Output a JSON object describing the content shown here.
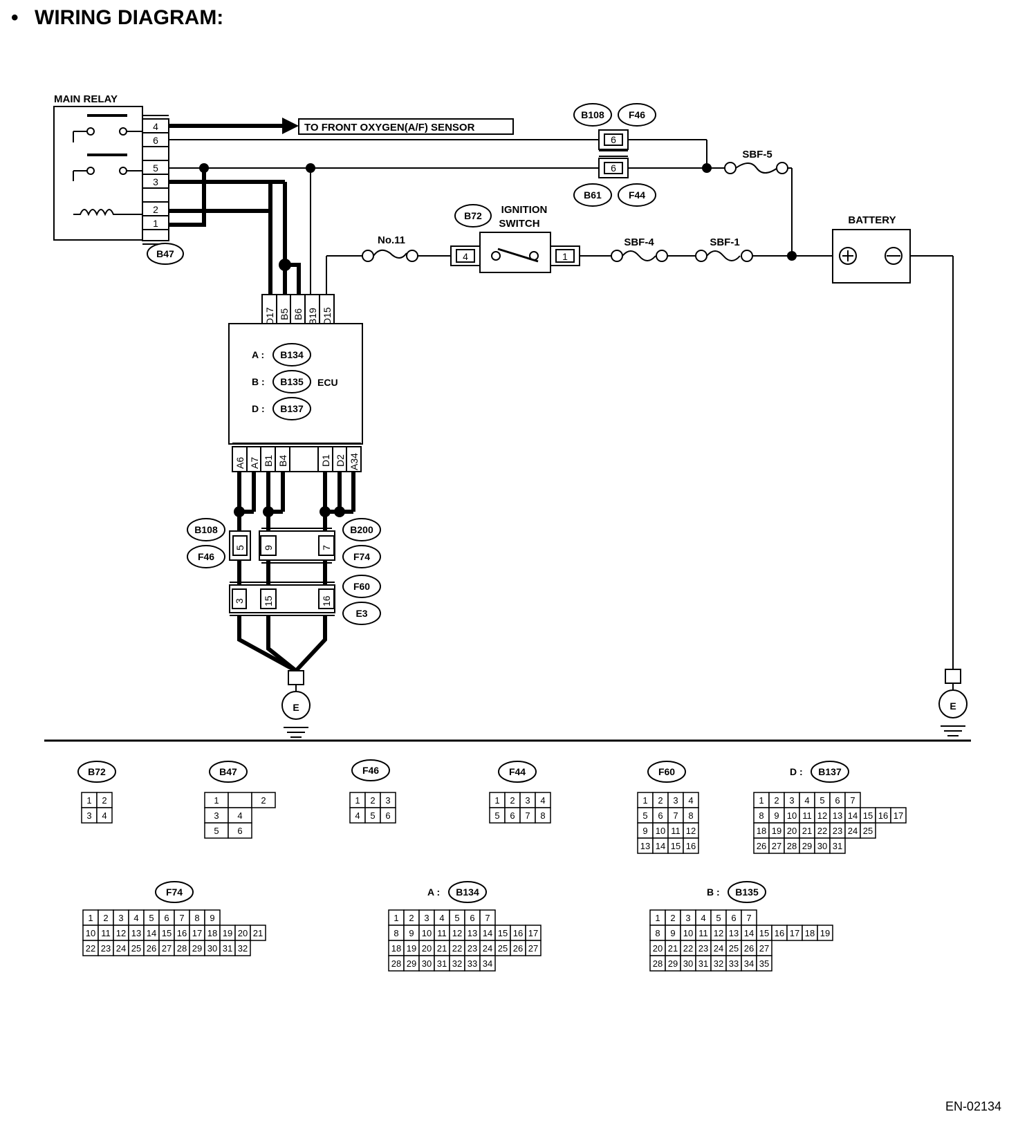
{
  "page": {
    "title": "WIRING DIAGRAM:",
    "bullet": "•",
    "footer_code": "EN-02134"
  },
  "components": {
    "main_relay": {
      "label": "MAIN RELAY",
      "pins": [
        "4",
        "6",
        "5",
        "3",
        "2",
        "1"
      ],
      "connector": "B47"
    },
    "oxygen_sensor_arrow": "TO FRONT OXYGEN(A/F) SENSOR",
    "joint_upper": {
      "top_codes": [
        "B108",
        "F46"
      ],
      "bottom_codes": [
        "B61",
        "F44"
      ],
      "pins": [
        "6",
        "6"
      ]
    },
    "sbf5": "SBF-5",
    "sbf4": "SBF-4",
    "sbf1": "SBF-1",
    "fuse_no11": "No.11",
    "ignition_switch": {
      "code": "B72",
      "label_line1": "IGNITION",
      "label_line2": "SWITCH",
      "pin_left": "4",
      "pin_right": "1"
    },
    "battery": {
      "label": "BATTERY",
      "plus": "⊕",
      "minus": "⊖"
    },
    "ecu": {
      "label": "ECU",
      "top_pins": [
        "D17",
        "B5",
        "B6",
        "B19",
        "D15"
      ],
      "bottom_pins": [
        "A6",
        "A7",
        "B1",
        "B4",
        "D1",
        "D2",
        "A34"
      ],
      "connectors": [
        {
          "prefix": "A :",
          "code": "B134"
        },
        {
          "prefix": "B :",
          "code": "B135"
        },
        {
          "prefix": "D :",
          "code": "B137"
        }
      ]
    },
    "lower_joints": {
      "left_codes": [
        "B108",
        "F46"
      ],
      "right_codes": [
        "B200",
        "F74"
      ],
      "row1_pins": [
        "5",
        "9",
        "7"
      ],
      "row2_codes": [
        "F60",
        "E3"
      ],
      "row2_pins": [
        "3",
        "15",
        "16"
      ]
    },
    "ground_label": "E"
  },
  "connector_views": {
    "B72": {
      "label": "B72",
      "rows": [
        [
          "1",
          "2"
        ],
        [
          "3",
          "4"
        ]
      ]
    },
    "B47": {
      "label": "B47",
      "rows": [
        [
          "1",
          "",
          "2"
        ],
        [
          "3",
          "4"
        ],
        [
          "5",
          "6"
        ]
      ]
    },
    "F46": {
      "label": "F46",
      "rows": [
        [
          "1",
          "2",
          "3"
        ],
        [
          "4",
          "5",
          "6"
        ]
      ]
    },
    "F44": {
      "label": "F44",
      "rows": [
        [
          "1",
          "2",
          "3",
          "4"
        ],
        [
          "5",
          "6",
          "7",
          "8"
        ]
      ]
    },
    "F60": {
      "label": "F60",
      "rows": [
        [
          "1",
          "2",
          "3",
          "4"
        ],
        [
          "5",
          "6",
          "7",
          "8"
        ],
        [
          "9",
          "10",
          "11",
          "12"
        ],
        [
          "13",
          "14",
          "15",
          "16"
        ]
      ]
    },
    "D_B137": {
      "prefix": "D :",
      "label": "B137",
      "rows": [
        [
          "1",
          "2",
          "3",
          "4",
          "5",
          "6",
          "7"
        ],
        [
          "8",
          "9",
          "10",
          "11",
          "12",
          "13",
          "14",
          "15",
          "16",
          "17"
        ],
        [
          "18",
          "19",
          "20",
          "21",
          "22",
          "23",
          "24",
          "25"
        ],
        [
          "26",
          "27",
          "28",
          "29",
          "30",
          "31"
        ]
      ]
    },
    "F74": {
      "label": "F74",
      "rows": [
        [
          "1",
          "2",
          "3",
          "4",
          "5",
          "6",
          "7",
          "8",
          "9"
        ],
        [
          "10",
          "11",
          "12",
          "13",
          "14",
          "15",
          "16",
          "17",
          "18",
          "19",
          "20",
          "21"
        ],
        [
          "22",
          "23",
          "24",
          "25",
          "26",
          "27",
          "28",
          "29",
          "30",
          "31",
          "32"
        ]
      ]
    },
    "A_B134": {
      "prefix": "A :",
      "label": "B134",
      "rows": [
        [
          "1",
          "2",
          "3",
          "4",
          "5",
          "6",
          "7"
        ],
        [
          "8",
          "9",
          "10",
          "11",
          "12",
          "13",
          "14",
          "15",
          "16",
          "17"
        ],
        [
          "18",
          "19",
          "20",
          "21",
          "22",
          "23",
          "24",
          "25",
          "26",
          "27"
        ],
        [
          "28",
          "29",
          "30",
          "31",
          "32",
          "33",
          "34"
        ]
      ]
    },
    "B_B135": {
      "prefix": "B :",
      "label": "B135",
      "rows": [
        [
          "1",
          "2",
          "3",
          "4",
          "5",
          "6",
          "7"
        ],
        [
          "8",
          "9",
          "10",
          "11",
          "12",
          "13",
          "14",
          "15",
          "16",
          "17",
          "18",
          "19"
        ],
        [
          "20",
          "21",
          "22",
          "23",
          "24",
          "25",
          "26",
          "27"
        ],
        [
          "28",
          "29",
          "30",
          "31",
          "32",
          "33",
          "34",
          "35"
        ]
      ]
    }
  }
}
